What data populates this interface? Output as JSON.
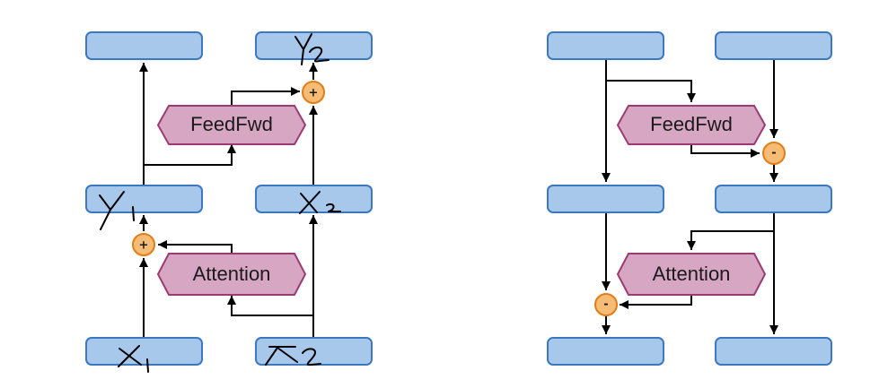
{
  "left_diagram": {
    "feedfwd_label": "FeedFwd",
    "attention_label": "Attention",
    "plus_top": "+",
    "plus_bottom": "+"
  },
  "right_diagram": {
    "feedfwd_label": "FeedFwd",
    "attention_label": "Attention",
    "minus_top": "-",
    "minus_bottom": "-"
  },
  "handwritten_labels": [
    "Y2",
    "Y1",
    "X2",
    "X1",
    "X2"
  ],
  "colors": {
    "box_fill": "#a7c8eb",
    "box_stroke": "#3b78c0",
    "hex_fill": "#d6a6c2",
    "hex_stroke": "#9c3a72",
    "op_fill": "#f6bb75",
    "op_stroke": "#e07d17"
  }
}
